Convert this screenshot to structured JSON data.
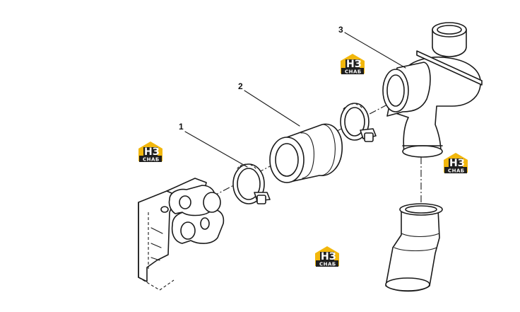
{
  "callouts": {
    "part1": "1",
    "part2": "2",
    "part3": "3"
  },
  "watermark": {
    "mark": "НЗ",
    "label": "СНАБ",
    "colors": {
      "roof": "#f2b70c",
      "plate": "#1f1f1f"
    }
  }
}
